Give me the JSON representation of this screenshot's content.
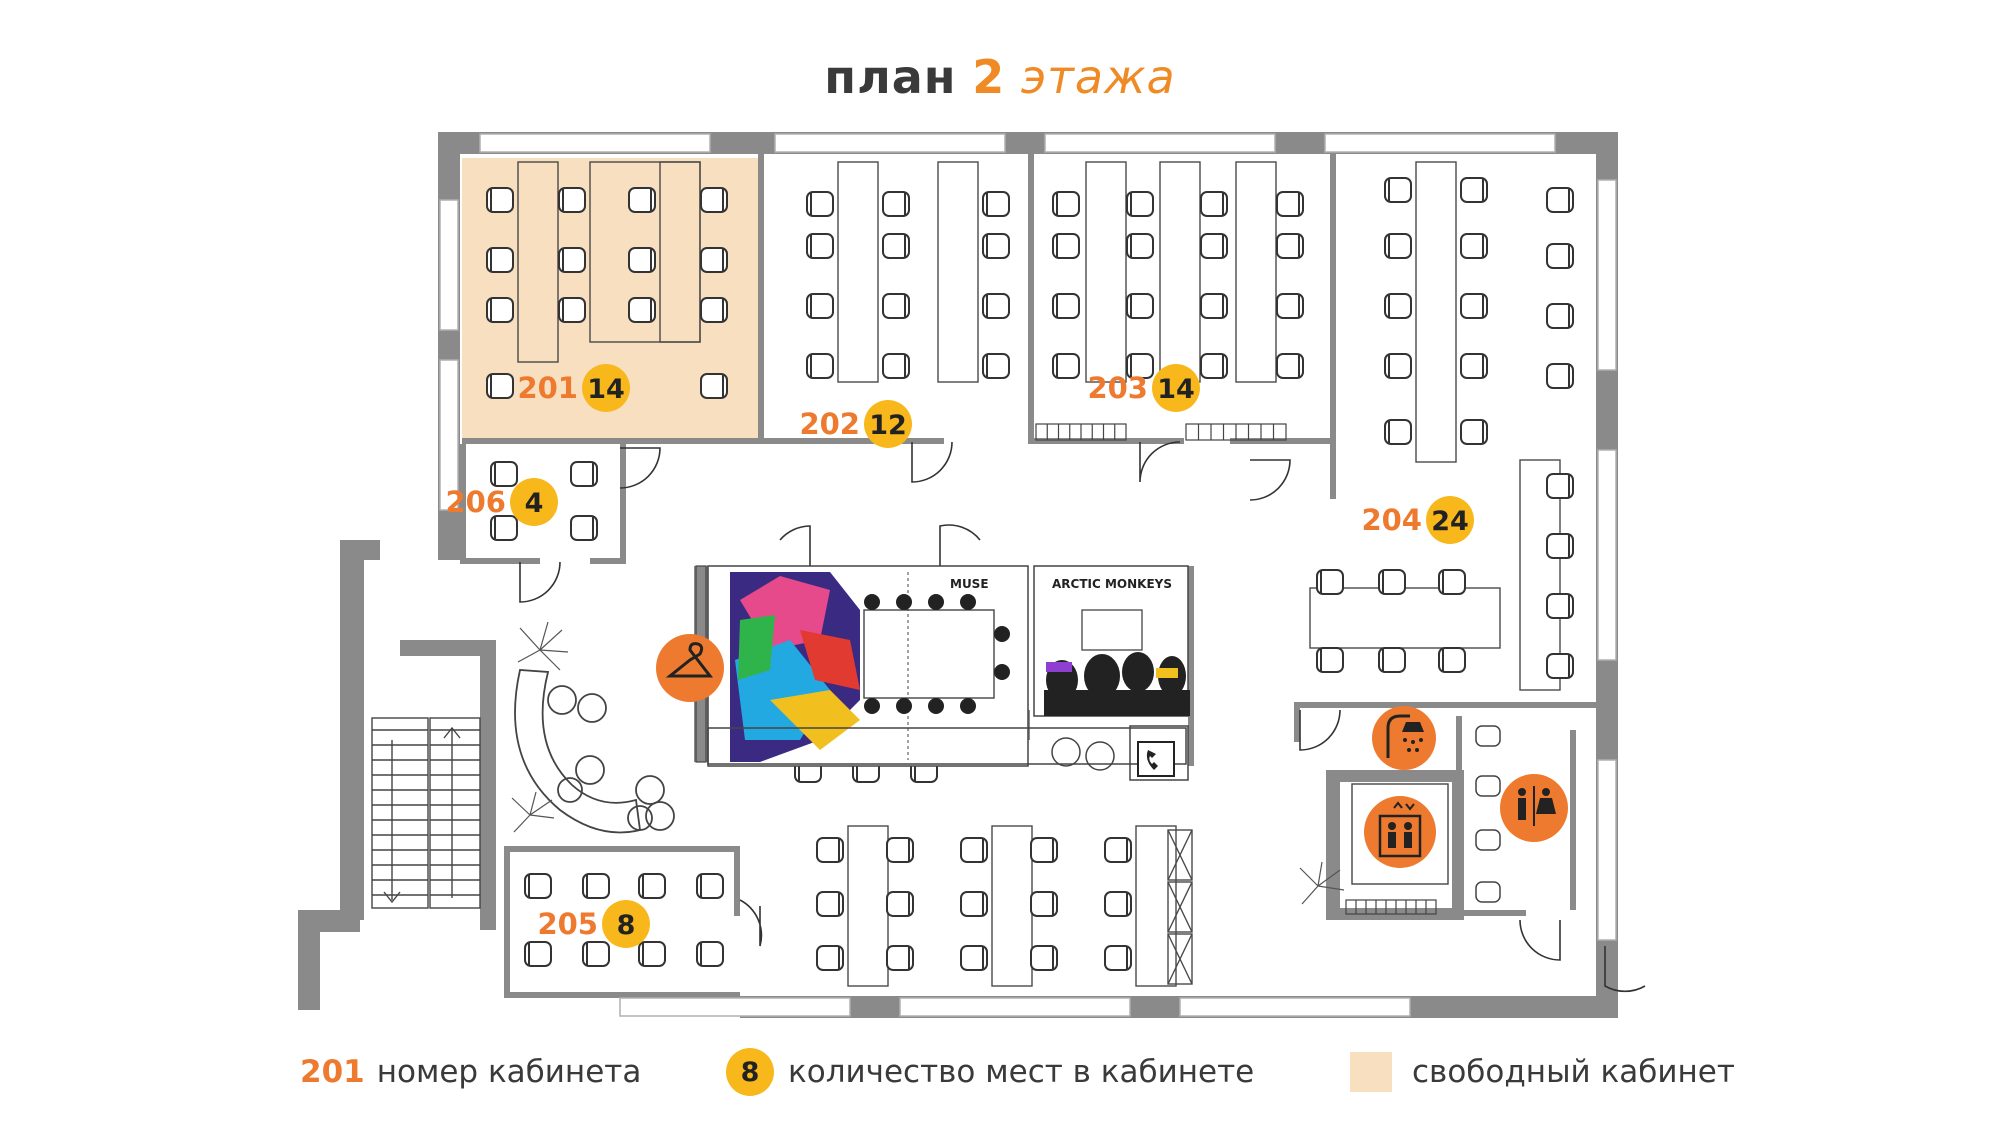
{
  "title": {
    "part1": "план",
    "floor": "2",
    "part2": "этажа"
  },
  "rooms": [
    {
      "number": "201",
      "seats": "14",
      "free": true
    },
    {
      "number": "202",
      "seats": "12",
      "free": false
    },
    {
      "number": "203",
      "seats": "14",
      "free": false
    },
    {
      "number": "204",
      "seats": "24",
      "free": false
    },
    {
      "number": "205",
      "seats": "8",
      "free": false
    },
    {
      "number": "206",
      "seats": "4",
      "free": false
    }
  ],
  "posters": {
    "left": "MUSE",
    "right": "ARCTIC MONKEYS"
  },
  "icons": [
    "hanger-icon",
    "shower-icon",
    "elevator-icon",
    "restroom-icon",
    "phone-booth-icon"
  ],
  "legend": {
    "room_number_sample": "201",
    "room_number_label": "номер кабинета",
    "seats_sample": "8",
    "seats_label": "количество мест в кабинете",
    "free_label": "свободный кабинет"
  },
  "colors": {
    "wall": "#8a8a8a",
    "free_room": "#f8dfbf",
    "badge": "#f8b81c",
    "room_number": "#ee7a2f",
    "icon_bg": "#ee7a2f"
  }
}
